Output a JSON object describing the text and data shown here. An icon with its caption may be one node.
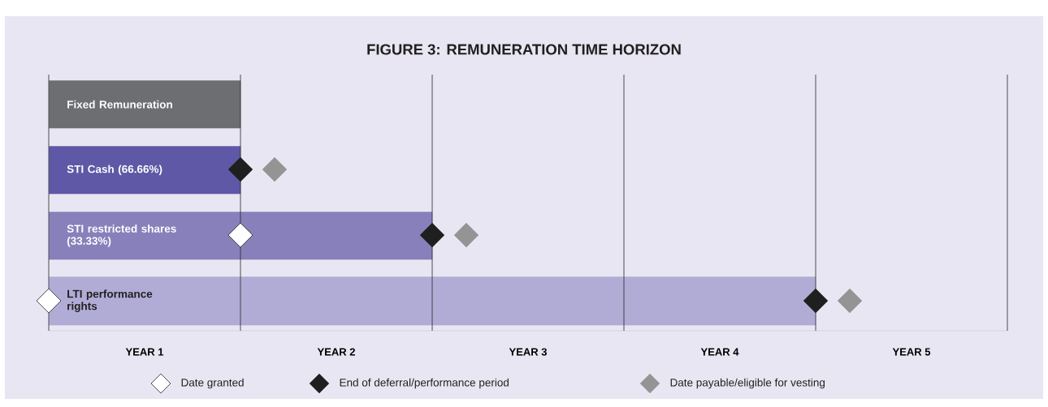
{
  "diagram": {
    "title": "FIGURE 3: REMUNERATION TIME HORIZON",
    "nodes": [
      {
        "text": [
          "Fixed Remuneration"
        ]
      },
      {
        "text": [
          "STI Cash (66.66%)"
        ]
      },
      {
        "text": [
          "STI restricted shares (33.33%)"
        ]
      },
      {
        "text": [
          "LTI performance rights"
        ]
      }
    ],
    "labels": [
      "YEAR 1",
      "YEAR 2",
      "YEAR 3",
      "YEAR 4",
      "YEAR 5"
    ],
    "legend": [
      {
        "text": "Date granted"
      },
      {
        "text": "End of deferral/performance period"
      },
      {
        "text": "Date payable/eligible for vesting"
      }
    ]
  }
}
